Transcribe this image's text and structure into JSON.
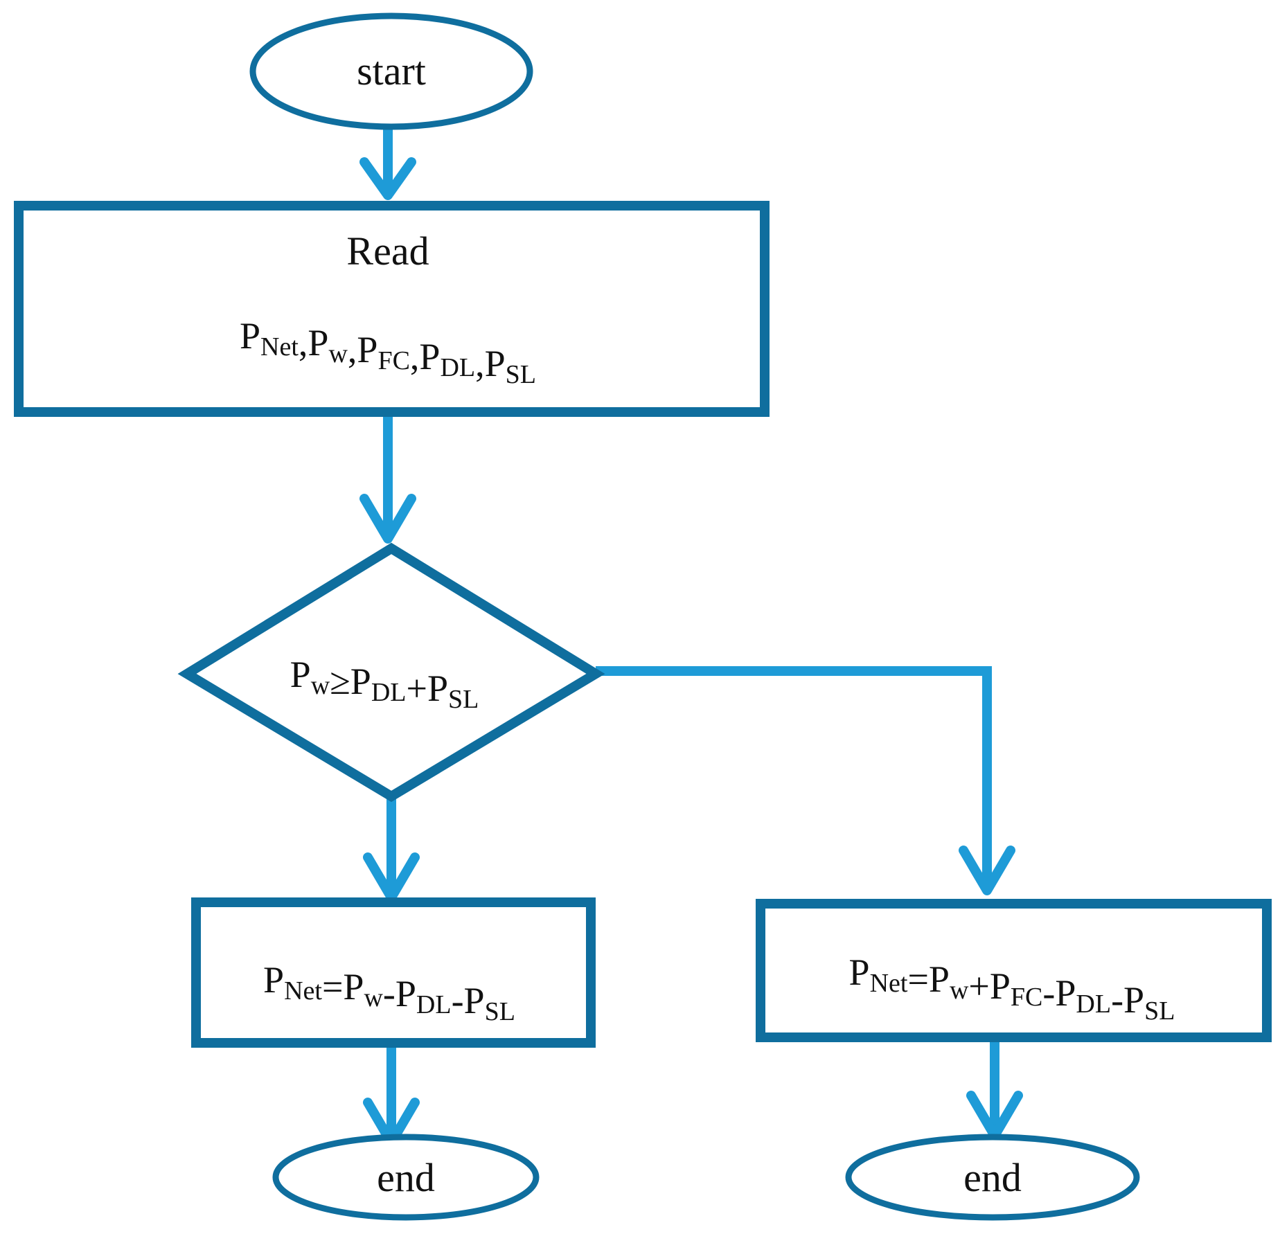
{
  "nodes": {
    "start": {
      "label": "start"
    },
    "read": {
      "title": "Read",
      "vars": [
        {
          "p": "P",
          "sub": "Net"
        },
        {
          "p": ",P",
          "sub": "w"
        },
        {
          "p": ",P",
          "sub": "FC"
        },
        {
          "p": ",P",
          "sub": "DL"
        },
        {
          "p": ",P",
          "sub": "SL"
        }
      ]
    },
    "decision": {
      "parts": [
        {
          "p": "P",
          "sub": "w"
        },
        {
          "p": "≥P",
          "sub": "DL"
        },
        {
          "p": "+P",
          "sub": "SL"
        }
      ]
    },
    "left_process": {
      "parts": [
        {
          "p": "P",
          "sub": "Net"
        },
        {
          "p": "=P",
          "sub": "w"
        },
        {
          "p": "-P",
          "sub": "DL"
        },
        {
          "p": "-P",
          "sub": "SL"
        }
      ]
    },
    "right_process": {
      "parts": [
        {
          "p": "P",
          "sub": "Net"
        },
        {
          "p": "=P",
          "sub": "w"
        },
        {
          "p": "+P",
          "sub": "FC"
        },
        {
          "p": "-P",
          "sub": "DL"
        },
        {
          "p": "-P",
          "sub": "SL"
        }
      ]
    },
    "end_left": {
      "label": "end"
    },
    "end_right": {
      "label": "end"
    }
  },
  "edges": [
    {
      "from": "start",
      "to": "read"
    },
    {
      "from": "read",
      "to": "decision"
    },
    {
      "from": "decision",
      "to": "left_process"
    },
    {
      "from": "decision",
      "to": "right_process"
    },
    {
      "from": "left_process",
      "to": "end_left"
    },
    {
      "from": "right_process",
      "to": "end_right"
    }
  ],
  "colors": {
    "shape_border": "#0f6e9e",
    "connector": "#1e9bd7",
    "text": "#111111",
    "background": "#ffffff"
  }
}
